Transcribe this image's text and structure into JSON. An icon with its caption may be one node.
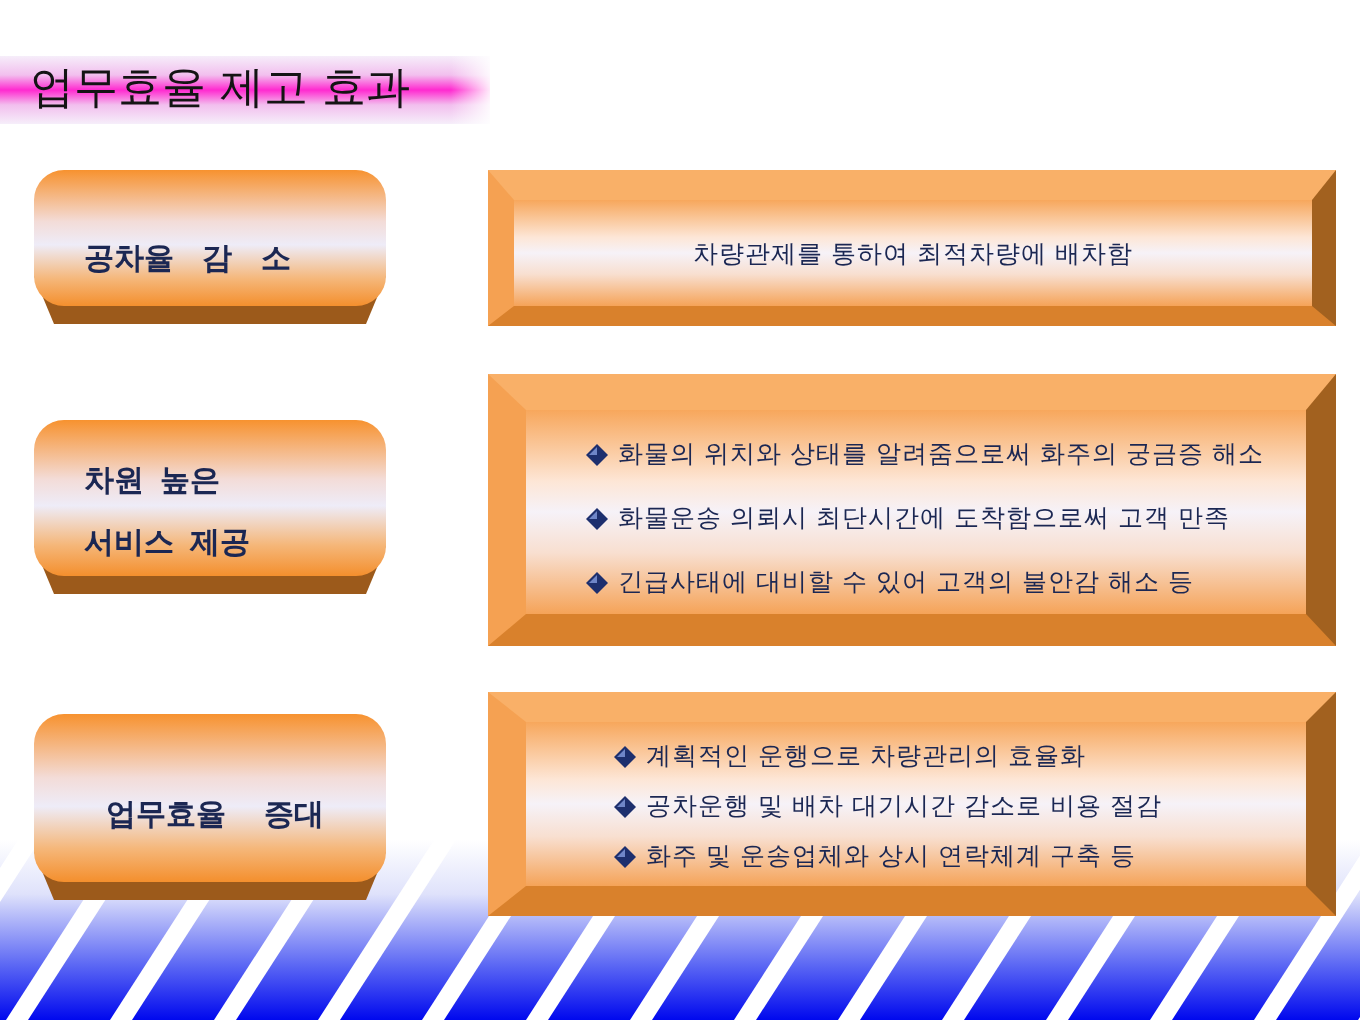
{
  "diagram": {
    "title": "업무효율 제고 효과",
    "nodes": [
      {
        "text": [
          "공차율 감 소"
        ]
      },
      {
        "text": [
          "차량관제를 통하여 최적차량에 배차함"
        ]
      },
      {
        "text": [
          "차원 높은 서비스 제공"
        ]
      },
      {
        "text": [
          "화물의 위치와 상태를 알려줌으로써 화주의 궁금증 해소",
          "화물운송 의뢰시 최단시간에 도착함으로써 고객 만족",
          "긴급사태에 대비할 수 있어 고객의 불안감 해소 등"
        ]
      },
      {
        "text": [
          "업무효율 증대"
        ]
      },
      {
        "text": [
          "계획적인 운행으로 차량관리의 효율화",
          "공차운행 및 배차 대기시간 감소로 비용 절감",
          "화주 및 운송업체와 상시 연락체계 구축 등"
        ]
      }
    ]
  }
}
